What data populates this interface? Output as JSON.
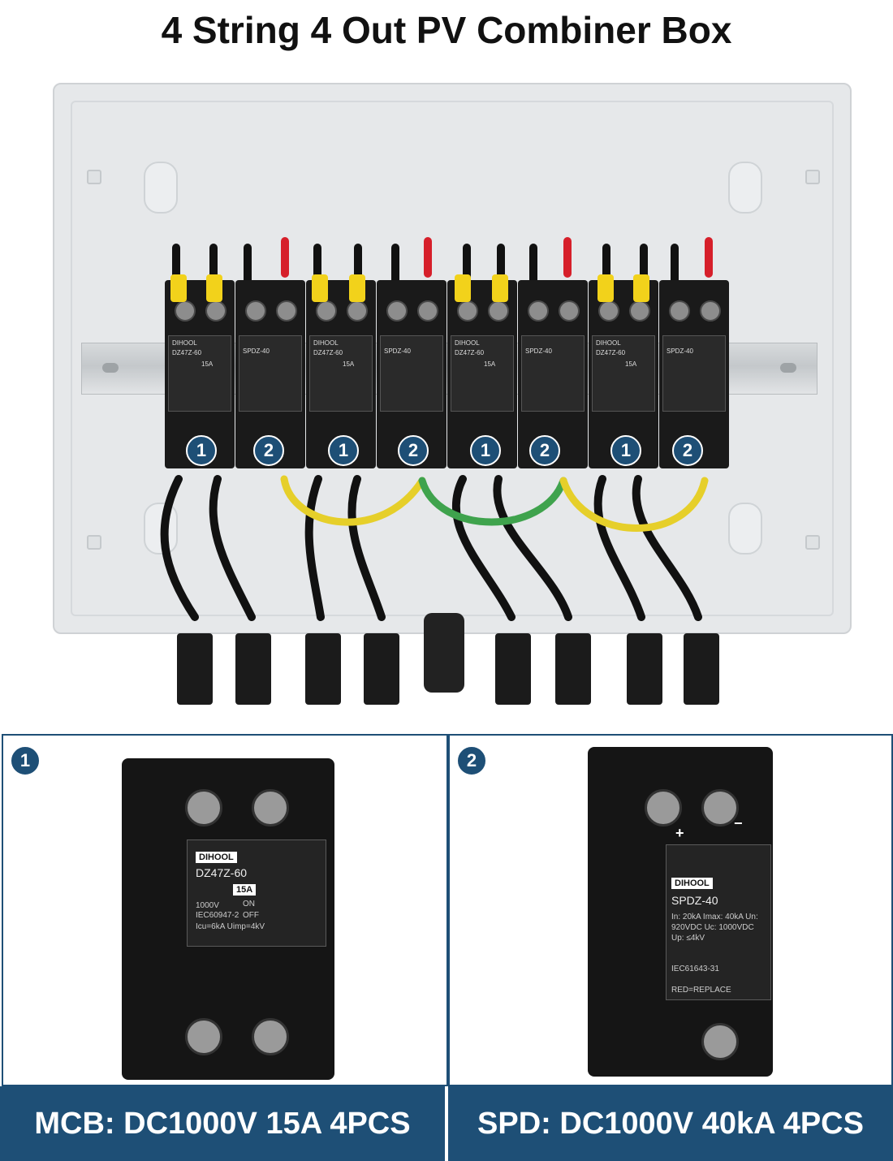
{
  "title": "4 String 4 Out PV Combiner Box",
  "markers": {
    "one": "1",
    "two": "2"
  },
  "mcb": {
    "brand": "DIHOOL",
    "model": "DZ47Z-60",
    "rating": "15A",
    "spec_line1": "1000V",
    "spec_line2": "IEC60947-2",
    "spec_line3": "Icu=6kA  Uimp=4kV",
    "on": "ON",
    "off": "OFF"
  },
  "spd": {
    "brand": "DIHOOL",
    "model": "SPDZ-40",
    "spec": "In: 20kA  Imax: 40kA  Un: 920VDC  Uc: 1000VDC  Up: ≤4kV",
    "std": "IEC61643-31",
    "replace": "RED=REPLACE",
    "plus": "+",
    "minus": "−"
  },
  "footer": {
    "left": "MCB: DC1000V 15A 4PCS",
    "right": "SPD: DC1000V 40kA 4PCS"
  },
  "colors": {
    "accent": "#1e4f76",
    "device": "#1a1a1a",
    "wire_yellow": "#f2d21b",
    "wire_red": "#d61f2a",
    "ground": "#3fa34d"
  }
}
